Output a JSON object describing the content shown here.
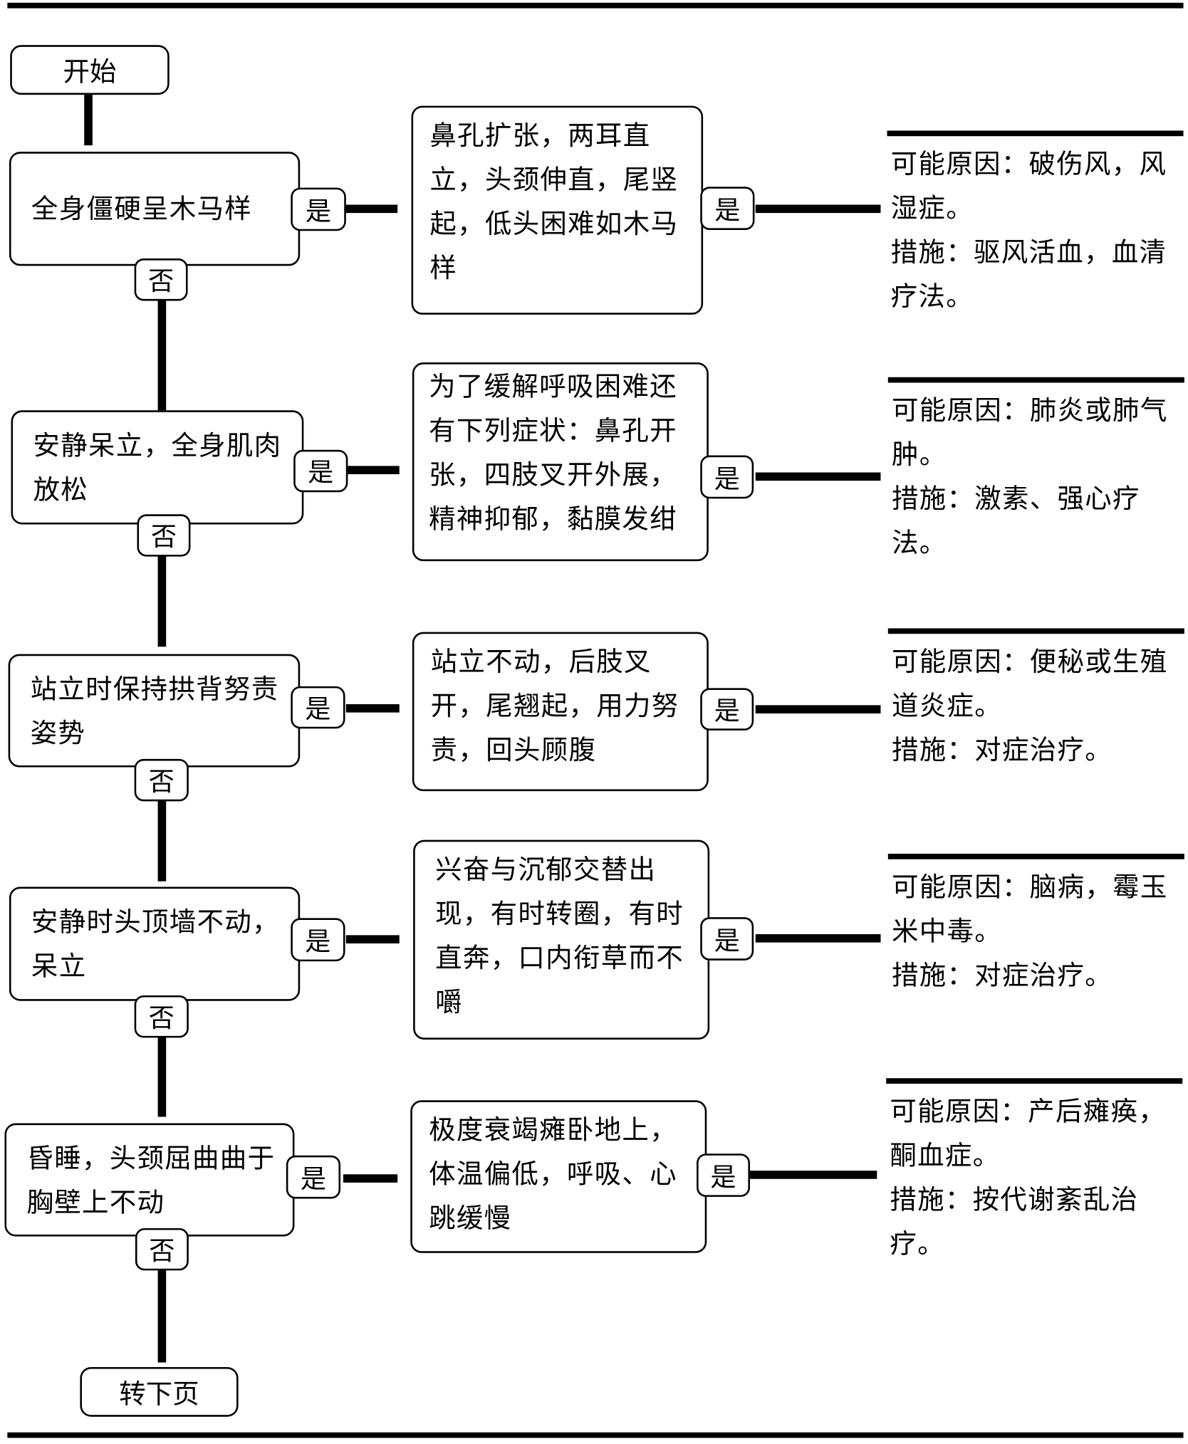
{
  "start_label": "开始",
  "end_label": "转下页",
  "yes_label": "是",
  "no_label": "否",
  "rows": [
    {
      "question": "全身僵硬呈木马样",
      "symptom": "鼻孔扩张，两耳直立，头颈伸直，尾竖起，低头困难如木马样",
      "cause": "可能原因：破伤风，风湿症。",
      "measure": "措施：驱风活血，血清疗法。"
    },
    {
      "question": "安静呆立，全身肌肉放松",
      "symptom": "为了缓解呼吸困难还有下列症状：鼻孔开张，四肢叉开外展，精神抑郁，黏膜发绀",
      "cause": "可能原因：肺炎或肺气肿。",
      "measure": "措施：激素、强心疗法。"
    },
    {
      "question": "站立时保持拱背努责姿势",
      "symptom": "站立不动，后肢叉开，尾翘起，用力努责，回头顾腹",
      "cause": "可能原因：便秘或生殖道炎症。",
      "measure": "措施：对症治疗。"
    },
    {
      "question": "安静时头顶墙不动，呆立",
      "symptom": "兴奋与沉郁交替出现，有时转圈，有时直奔，口内衔草而不嚼",
      "cause": "可能原因：脑病，霉玉米中毒。",
      "measure": "措施：对症治疗。"
    },
    {
      "question": "昏睡，头颈屈曲曲于胸壁上不动",
      "symptom": "极度衰竭瘫卧地上，体温偏低，呼吸、心跳缓慢",
      "cause": "可能原因：产后瘫痪，酮血症。",
      "measure": "措施：按代谢紊乱治疗。"
    }
  ]
}
